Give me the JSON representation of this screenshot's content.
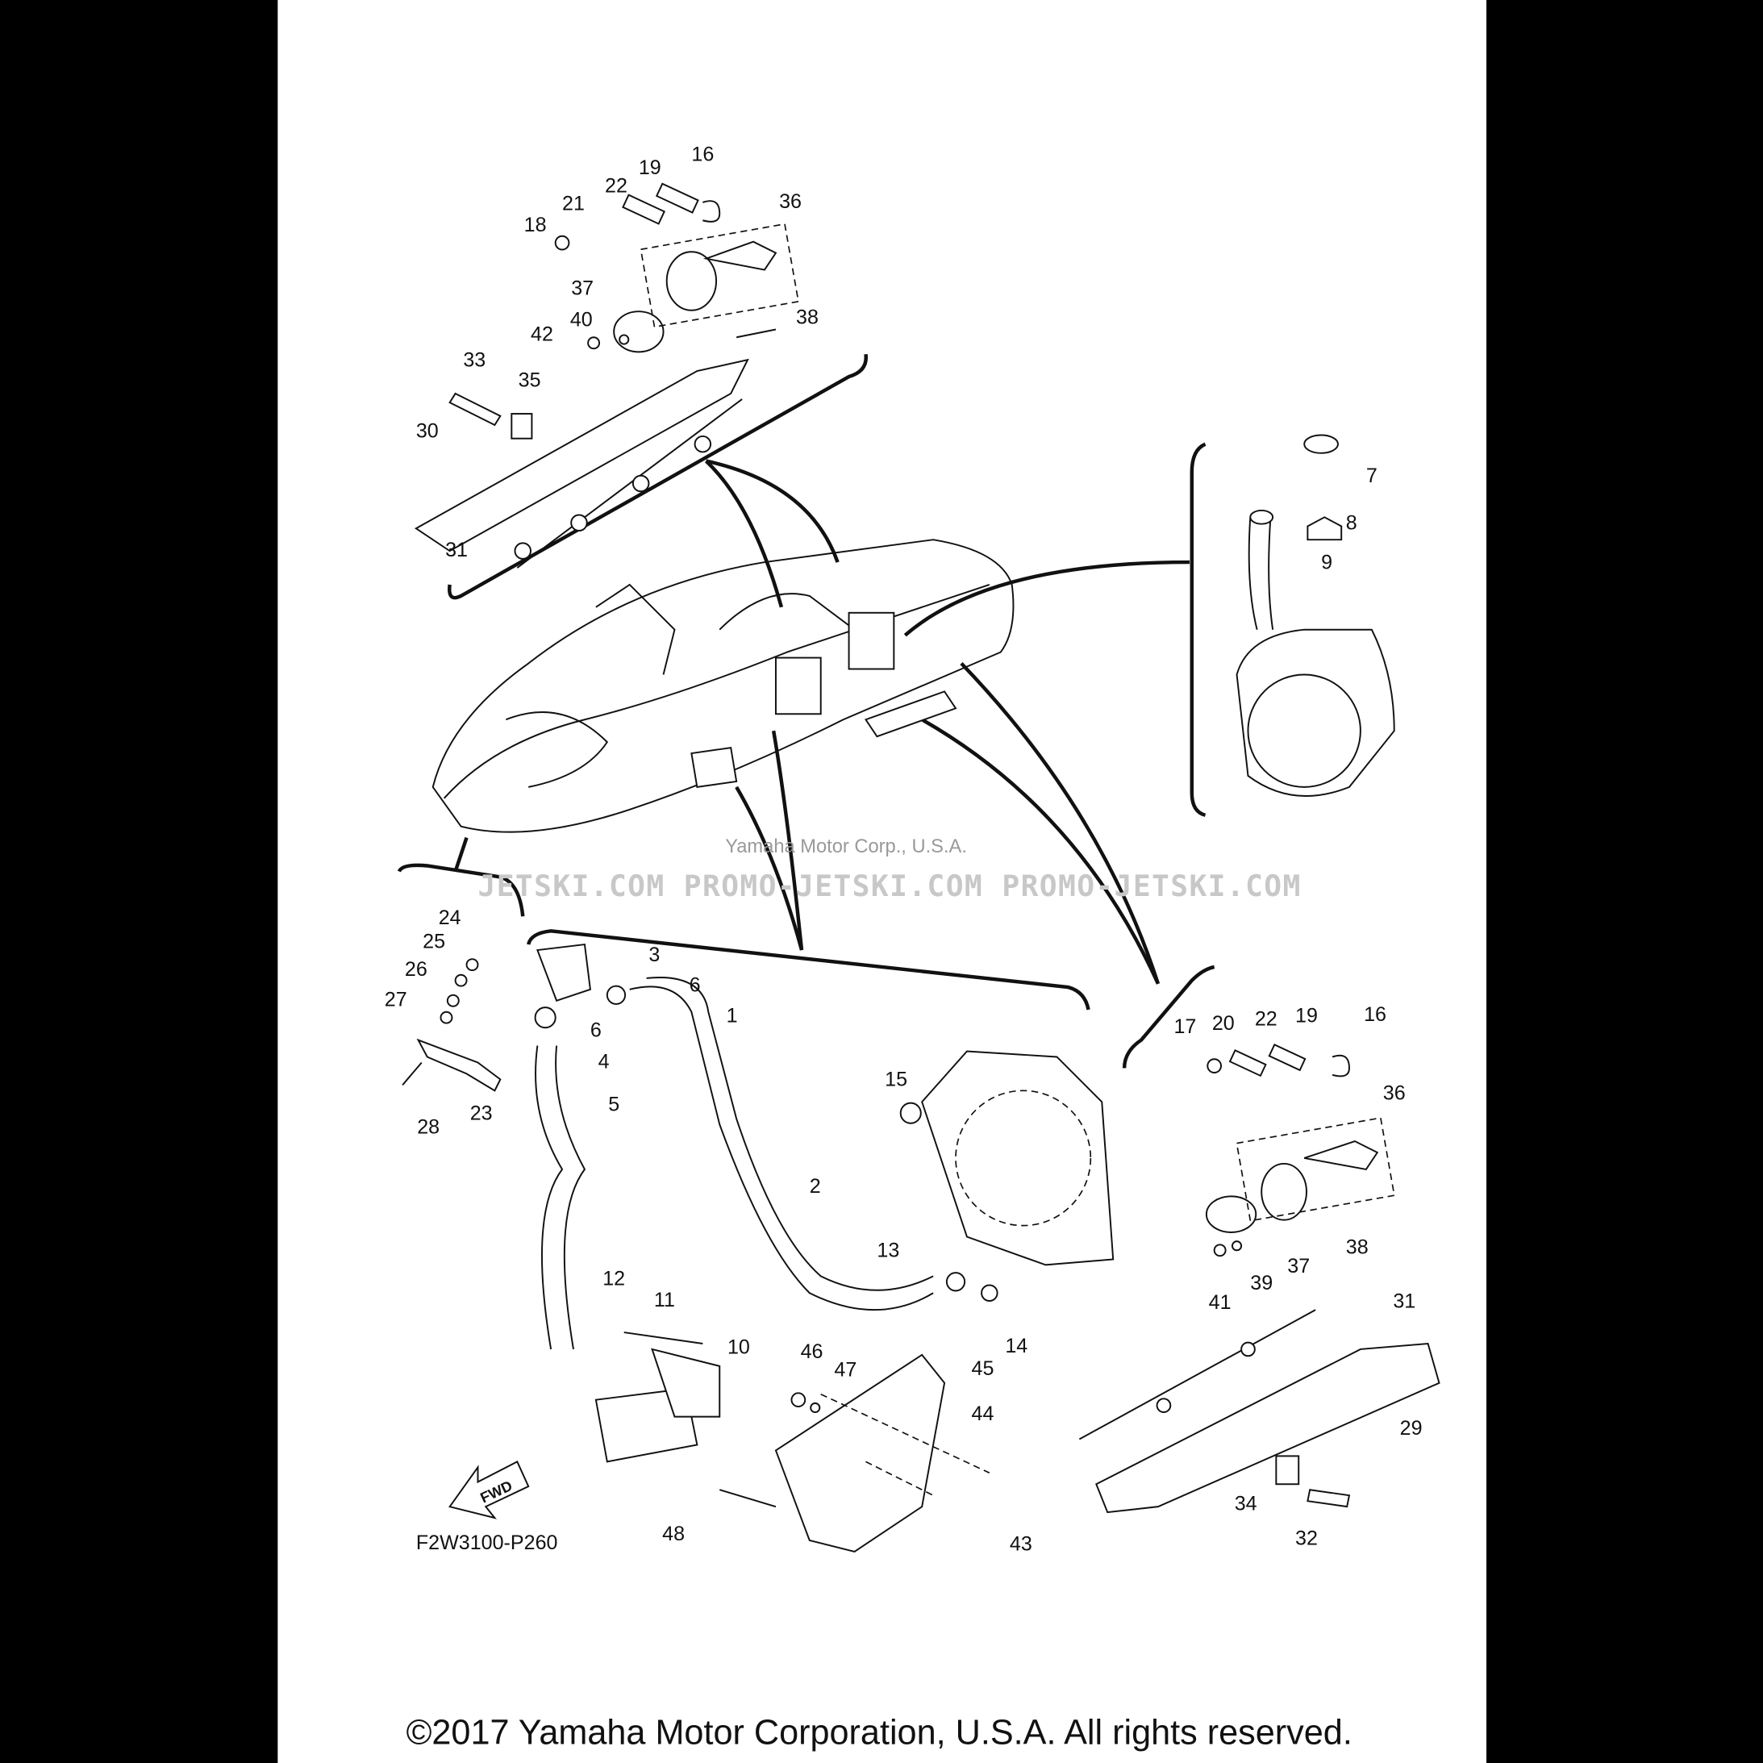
{
  "diagram": {
    "drawing_code": "F2W3100-P260",
    "fwd_label": "FWD",
    "copyright": "©2017 Yamaha Motor Corporation, U.S.A. All rights reserved.",
    "watermark": "JETSKI.COM  PROMO-JETSKI.COM  PROMO-JETSKI.COM",
    "watermark_inner": "Yamaha Motor Corp., U.S.A.",
    "callouts": [
      "16",
      "19",
      "22",
      "21",
      "18",
      "36",
      "37",
      "40",
      "42",
      "38",
      "33",
      "35",
      "30",
      "31",
      "7",
      "8",
      "9",
      "24",
      "25",
      "26",
      "27",
      "28",
      "23",
      "3",
      "6",
      "6",
      "1",
      "4",
      "5",
      "15",
      "2",
      "13",
      "14",
      "12",
      "11",
      "10",
      "46",
      "47",
      "45",
      "44",
      "43",
      "48",
      "17",
      "20",
      "22",
      "19",
      "16",
      "36",
      "38",
      "37",
      "39",
      "41",
      "31",
      "29",
      "34",
      "32"
    ]
  }
}
